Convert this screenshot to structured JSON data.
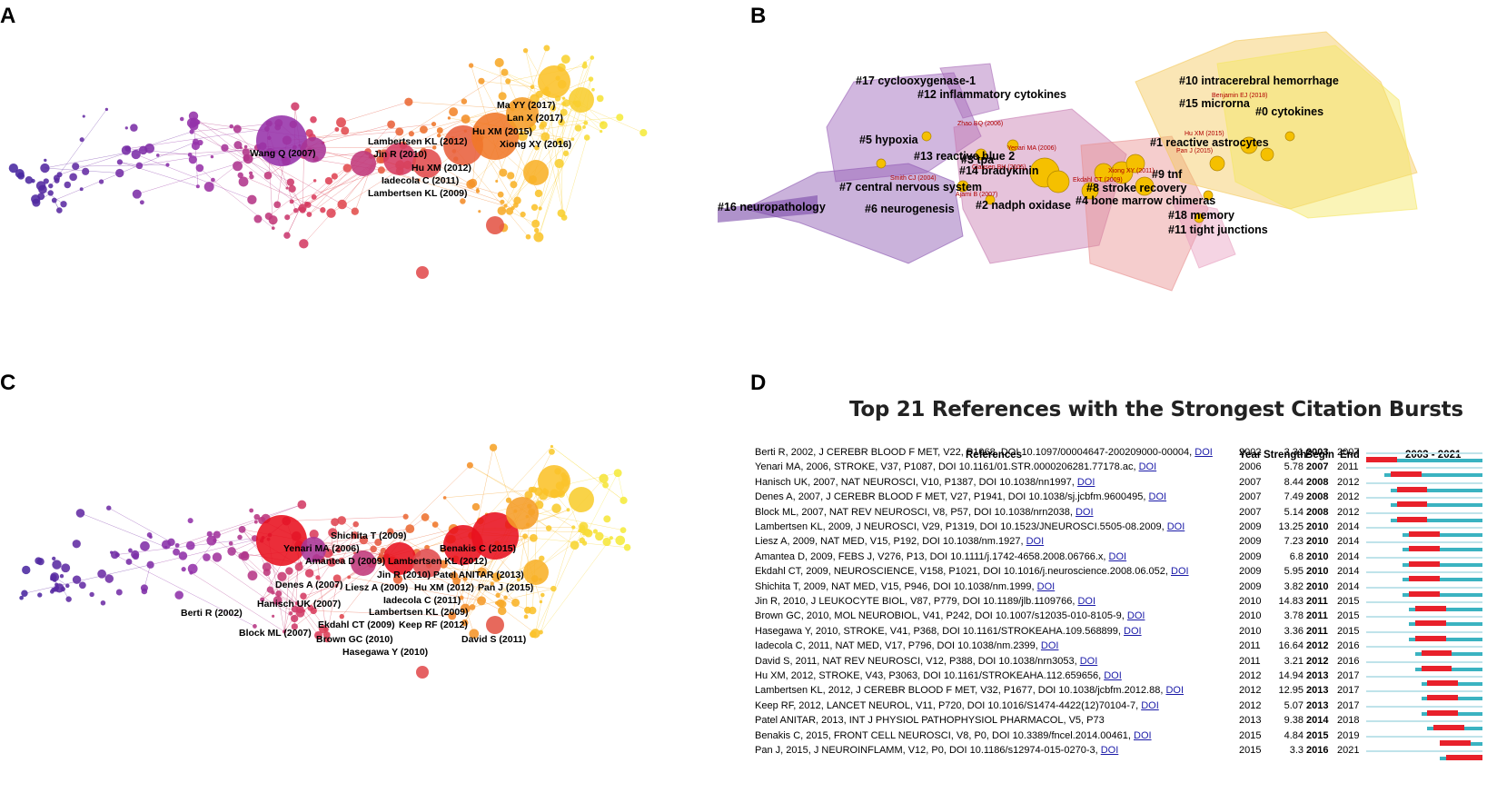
{
  "panels": {
    "a": {
      "letter": "A",
      "labels": [
        "Wang Q (2007)",
        "Lambertsen KL (2012)",
        "Jin R (2010)",
        "Hu XM (2012)",
        "Iadecola C (2011)",
        "Lambertsen KL (2009)",
        "Ma YY (2017)",
        "Lan X (2017)",
        "Hu XM (2015)",
        "Xiong XY (2016)"
      ]
    },
    "b": {
      "letter": "B",
      "clusters": [
        "#17 cyclooxygenase-1",
        "#12 inflammatory cytokines",
        "#10 intracerebral hemorrhage",
        "#15 microrna",
        "#0 cytokines",
        "#5 hypoxia",
        "#1 reactive astrocytes",
        "#13 reactive blue 2",
        "#3 tpa",
        "#14 bradykinin",
        "#9 tnf",
        "#8 stroke recovery",
        "#7 central nervous system",
        "#4 bone marrow chimeras",
        "#16 neuropathology",
        "#6 neurogenesis",
        "#2 nadph oxidase",
        "#18 memory",
        "#11 tight junctions"
      ],
      "refs": [
        "Benjamin EJ (2018)",
        "Zhao BQ (2006)",
        "Hu XM (2015)",
        "Yenari MA (2006)",
        "Pan J (2015)",
        "Clausen BH (2005)",
        "Smith CJ (2004)",
        "Xiong XY (2011)",
        "Ekdahl CT (2009)",
        "Ajami B (2007)"
      ]
    },
    "c": {
      "letter": "C",
      "labels": [
        "Shichita T (2009)",
        "Yenari MA (2006)",
        "Amantea D (2009)",
        "Lambertsen KL (2012)",
        "Benakis C (2015)",
        "Jin R (2010)",
        "Patel ANITAR (2013)",
        "Denes A (2007)",
        "Liesz A (2009)",
        "Hu XM (2012)",
        "Pan J (2015)",
        "Iadecola C (2011)",
        "Hanisch UK (2007)",
        "Berti R (2002)",
        "Lambertsen KL (2009)",
        "Ekdahl CT (2009)",
        "Keep RF (2012)",
        "Block ML (2007)",
        "Brown GC (2010)",
        "David S (2011)",
        "Hasegawa Y (2010)"
      ]
    },
    "d": {
      "letter": "D"
    }
  },
  "chart_data": {
    "type": "table",
    "title": "Top 21 References with the Strongest Citation Bursts",
    "columns": [
      "References",
      "Year",
      "Strength",
      "Begin",
      "End",
      "2003 - 2021"
    ],
    "range": [
      2003,
      2021
    ],
    "doi_label": "DOI",
    "rows": [
      {
        "ref": "Berti R, 2002, J CEREBR BLOOD F MET, V22, P1068, DOI 10.1097/00004647-200209000-00004,",
        "doi": true,
        "year": "2002",
        "strength": "3.31",
        "begin": "2003",
        "end": "2007"
      },
      {
        "ref": "Yenari MA, 2006, STROKE, V37, P1087, DOI 10.1161/01.STR.0000206281.77178.ac,",
        "doi": true,
        "year": "2006",
        "strength": "5.78",
        "begin": "2007",
        "end": "2011"
      },
      {
        "ref": "Hanisch UK, 2007, NAT NEUROSCI, V10, P1387, DOI 10.1038/nn1997,",
        "doi": true,
        "year": "2007",
        "strength": "8.44",
        "begin": "2008",
        "end": "2012"
      },
      {
        "ref": "Denes A, 2007, J CEREBR BLOOD F MET, V27, P1941, DOI 10.1038/sj.jcbfm.9600495,",
        "doi": true,
        "year": "2007",
        "strength": "7.49",
        "begin": "2008",
        "end": "2012"
      },
      {
        "ref": "Block ML, 2007, NAT REV NEUROSCI, V8, P57, DOI 10.1038/nrn2038,",
        "doi": true,
        "year": "2007",
        "strength": "5.14",
        "begin": "2008",
        "end": "2012"
      },
      {
        "ref": "Lambertsen KL, 2009, J NEUROSCI, V29, P1319, DOI 10.1523/JNEUROSCI.5505-08.2009,",
        "doi": true,
        "year": "2009",
        "strength": "13.25",
        "begin": "2010",
        "end": "2014"
      },
      {
        "ref": "Liesz A, 2009, NAT MED, V15, P192, DOI 10.1038/nm.1927,",
        "doi": true,
        "year": "2009",
        "strength": "7.23",
        "begin": "2010",
        "end": "2014"
      },
      {
        "ref": "Amantea D, 2009, FEBS J, V276, P13, DOI 10.1111/j.1742-4658.2008.06766.x,",
        "doi": true,
        "year": "2009",
        "strength": "6.8",
        "begin": "2010",
        "end": "2014"
      },
      {
        "ref": "Ekdahl CT, 2009, NEUROSCIENCE, V158, P1021, DOI 10.1016/j.neuroscience.2008.06.052,",
        "doi": true,
        "year": "2009",
        "strength": "5.95",
        "begin": "2010",
        "end": "2014"
      },
      {
        "ref": "Shichita T, 2009, NAT MED, V15, P946, DOI 10.1038/nm.1999,",
        "doi": true,
        "year": "2009",
        "strength": "3.82",
        "begin": "2010",
        "end": "2014"
      },
      {
        "ref": "Jin R, 2010, J LEUKOCYTE BIOL, V87, P779, DOI 10.1189/jlb.1109766,",
        "doi": true,
        "year": "2010",
        "strength": "14.83",
        "begin": "2011",
        "end": "2015"
      },
      {
        "ref": "Brown GC, 2010, MOL NEUROBIOL, V41, P242, DOI 10.1007/s12035-010-8105-9,",
        "doi": true,
        "year": "2010",
        "strength": "3.78",
        "begin": "2011",
        "end": "2015"
      },
      {
        "ref": "Hasegawa Y, 2010, STROKE, V41, P368, DOI 10.1161/STROKEAHA.109.568899,",
        "doi": true,
        "year": "2010",
        "strength": "3.36",
        "begin": "2011",
        "end": "2015"
      },
      {
        "ref": "Iadecola C, 2011, NAT MED, V17, P796, DOI 10.1038/nm.2399,",
        "doi": true,
        "year": "2011",
        "strength": "16.64",
        "begin": "2012",
        "end": "2016"
      },
      {
        "ref": "David S, 2011, NAT REV NEUROSCI, V12, P388, DOI 10.1038/nrn3053,",
        "doi": true,
        "year": "2011",
        "strength": "3.21",
        "begin": "2012",
        "end": "2016"
      },
      {
        "ref": "Hu XM, 2012, STROKE, V43, P3063, DOI 10.1161/STROKEAHA.112.659656,",
        "doi": true,
        "year": "2012",
        "strength": "14.94",
        "begin": "2013",
        "end": "2017"
      },
      {
        "ref": "Lambertsen KL, 2012, J CEREBR BLOOD F MET, V32, P1677, DOI 10.1038/jcbfm.2012.88,",
        "doi": true,
        "year": "2012",
        "strength": "12.95",
        "begin": "2013",
        "end": "2017"
      },
      {
        "ref": "Keep RF, 2012, LANCET NEUROL, V11, P720, DOI 10.1016/S1474-4422(12)70104-7,",
        "doi": true,
        "year": "2012",
        "strength": "5.07",
        "begin": "2013",
        "end": "2017"
      },
      {
        "ref": "Patel ANITAR, 2013, INT J PHYSIOL PATHOPHYSIOL PHARMACOL, V5, P73",
        "doi": false,
        "year": "2013",
        "strength": "9.38",
        "begin": "2014",
        "end": "2018"
      },
      {
        "ref": "Benakis C, 2015, FRONT CELL NEUROSCI, V8, P0, DOI 10.3389/fncel.2014.00461,",
        "doi": true,
        "year": "2015",
        "strength": "4.84",
        "begin": "2015",
        "end": "2019"
      },
      {
        "ref": "Pan J, 2015, J NEUROINFLAMM, V12, P0, DOI 10.1186/s12974-015-0270-3,",
        "doi": true,
        "year": "2015",
        "strength": "3.3",
        "begin": "2016",
        "end": "2021"
      }
    ]
  }
}
